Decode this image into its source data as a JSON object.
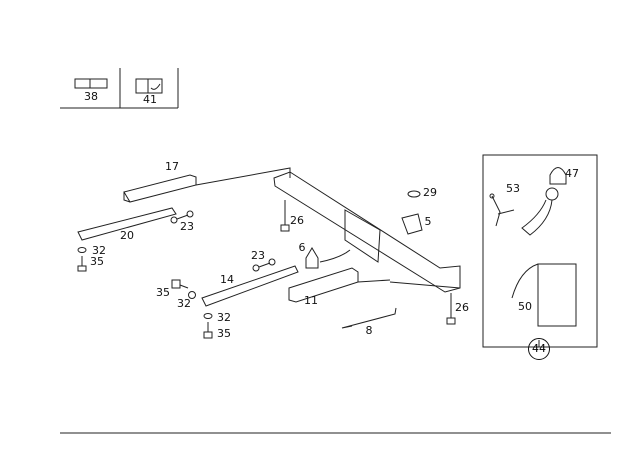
{
  "legend_table": [
    {
      "label": "38",
      "icon": "trailer-hitch-dimension-icon"
    },
    {
      "label": "41",
      "icon": "hitch-ball-mount-icon"
    }
  ],
  "callouts": [
    "17",
    "20",
    "23",
    "32",
    "35",
    "26",
    "29",
    "5",
    "6",
    "23",
    "14",
    "35",
    "32",
    "11",
    "32",
    "35",
    "8",
    "26",
    "53",
    "47",
    "50"
  ],
  "kit_callout": "44"
}
